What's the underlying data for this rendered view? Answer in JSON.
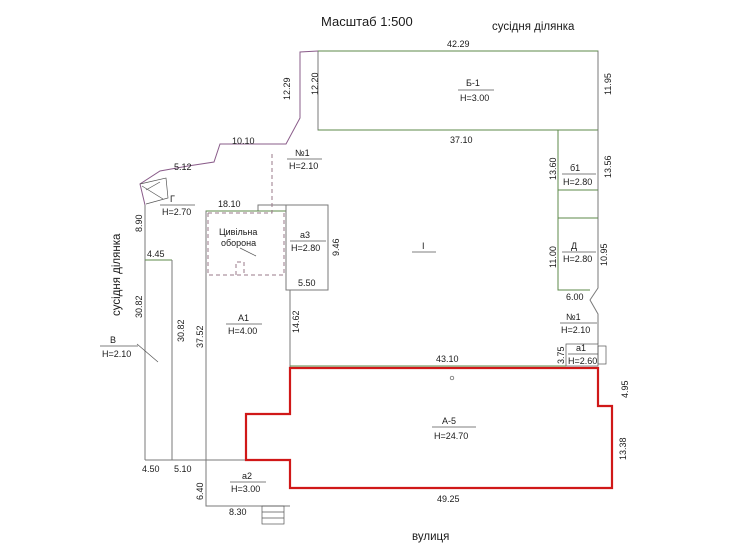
{
  "header": {
    "scale": "Масштаб  1:500",
    "neighbor_top": "сусідня ділянка",
    "neighbor_left": "сусідня ділянка",
    "street": "вулиця"
  },
  "rooms": {
    "b1": {
      "name": "Б-1",
      "height": "Н=3.00"
    },
    "b6": {
      "name": "б1",
      "height": "Н=2.80"
    },
    "d": {
      "name": "Д",
      "height": "Н=2.80"
    },
    "n1_top": {
      "name": "№1",
      "height": "Н=2.10"
    },
    "n1_right": {
      "name": "№1",
      "height": "Н=2.10"
    },
    "a1_small": {
      "name": "а1",
      "height": "Н=2.60"
    },
    "g": {
      "name": "Г",
      "height": "Н=2.70"
    },
    "a3": {
      "name": "а3",
      "height": "Н=2.80"
    },
    "civil": {
      "line1": "Цивільна",
      "line2": "оборона"
    },
    "yard": {
      "name": "І"
    },
    "a1": {
      "name": "А1",
      "height": "Н=4.00"
    },
    "v": {
      "name": "В",
      "height": "Н=2.10"
    },
    "a5": {
      "name": "А-5",
      "height": "Н=24.70"
    },
    "a2": {
      "name": "а2",
      "height": "Н=3.00"
    }
  },
  "dims": {
    "top": "42.29",
    "b1_left": "12.20",
    "b1_right": "11.95",
    "b1_bottom": "37.10",
    "diag": "12.29",
    "w10": "10.10",
    "w512": "5.12",
    "h890": "8.90",
    "w1810": "18.10",
    "h946": "9.46",
    "w550": "5.50",
    "h1360": "13.60",
    "h1356": "13.56",
    "h1100": "11.00",
    "h1095": "10.95",
    "w600": "6.00",
    "w445": "4.45",
    "h3082a": "30.82",
    "h3082b": "30.82",
    "h3752": "37.52",
    "h1462": "14.62",
    "w4310": "43.10",
    "h375": "3.75",
    "h495": "4.95",
    "h1338": "13.38",
    "w4925": "49.25",
    "w450": "4.50",
    "w510": "5.10",
    "h640": "6.40",
    "w830": "8.30"
  }
}
